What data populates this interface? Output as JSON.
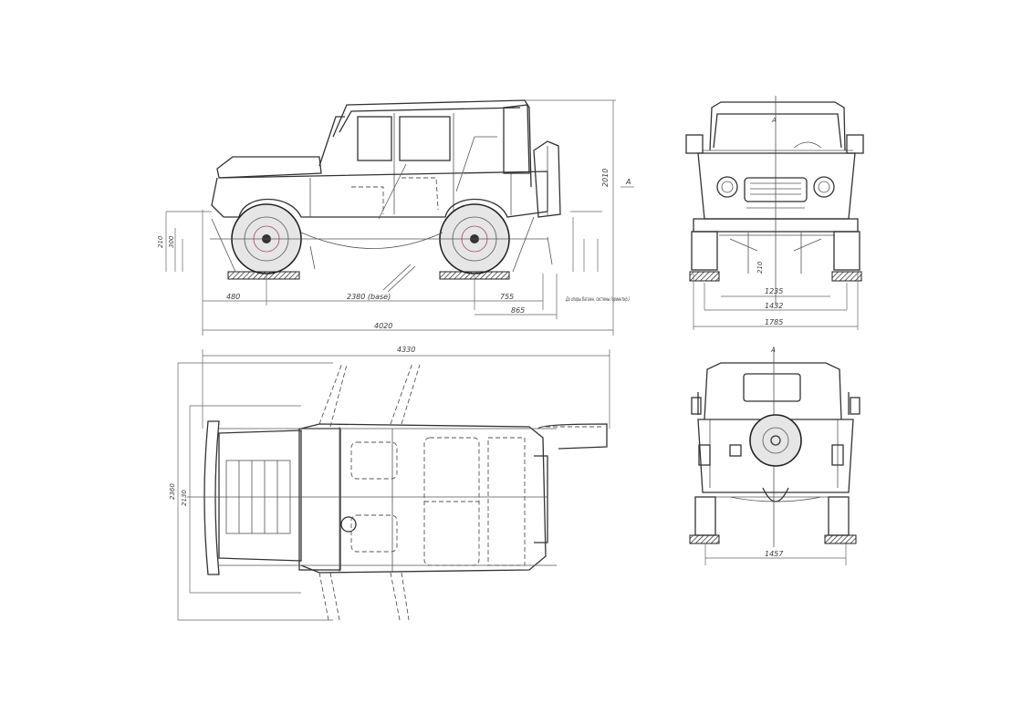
{
  "dimensions": {
    "side_front_overhang": "480",
    "side_wheelbase": "2380 (base)",
    "side_rear_overhang": "755",
    "side_rear_extra": "865",
    "side_overall_length": "4020",
    "side_height": "2010",
    "side_ground": "210",
    "side_low": "300",
    "side_note": "До опоры багажн. системы (ориентир.)",
    "top_overall_length": "4330",
    "top_width_outer": "2360",
    "top_width_inner": "2130",
    "front_height_marker": "A",
    "front_track_inner": "1235",
    "front_track": "1432",
    "front_overall_width": "1785",
    "front_ground": "210",
    "rear_top_marker": "A",
    "rear_track": "1457",
    "side_marker": "A"
  }
}
